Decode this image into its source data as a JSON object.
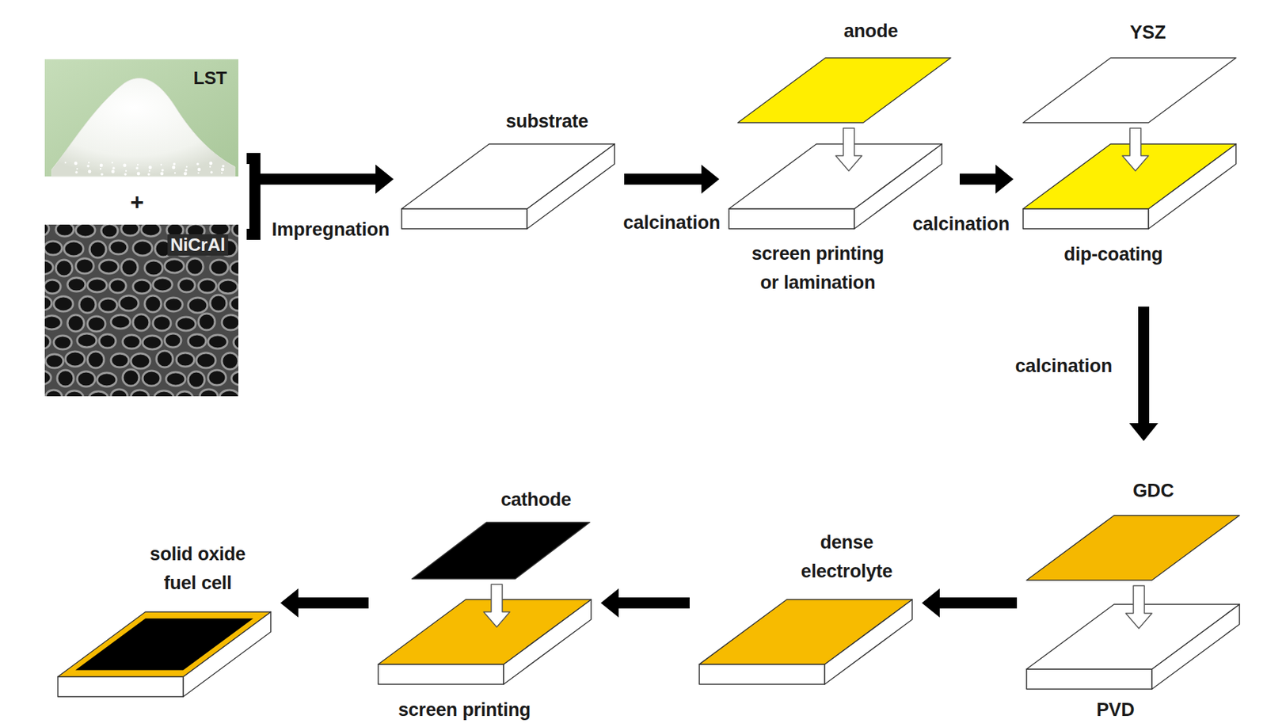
{
  "diagram": {
    "nodes": [
      {
        "text": [
          "LST"
        ]
      },
      {
        "text": [
          "NiCrAl"
        ]
      },
      {
        "text": [
          "substrate"
        ]
      },
      {
        "text": [
          "anode",
          "screen printing or lamination"
        ]
      },
      {
        "text": [
          "YSZ",
          "dip-coating"
        ]
      },
      {
        "text": [
          "GDC",
          "PVD"
        ]
      },
      {
        "text": [
          "dense electrolyte"
        ]
      },
      {
        "text": [
          "cathode",
          "screen printing"
        ]
      },
      {
        "text": [
          "solid oxide fuel cell"
        ]
      }
    ],
    "edges": [
      {
        "from": 0,
        "to": 2,
        "arrow": "to",
        "label": "Impregnation"
      },
      {
        "from": 1,
        "to": 2,
        "arrow": "to"
      },
      {
        "from": 2,
        "to": 3,
        "arrow": "to",
        "label": "calcination"
      },
      {
        "from": 3,
        "to": 4,
        "arrow": "to",
        "label": "calcination"
      },
      {
        "from": 4,
        "to": 5,
        "arrow": "to",
        "label": "calcination"
      },
      {
        "from": 5,
        "to": 6,
        "arrow": "to"
      },
      {
        "from": 6,
        "to": 7,
        "arrow": "to"
      },
      {
        "from": 7,
        "to": 8,
        "arrow": "to"
      }
    ],
    "labels": [
      "+"
    ]
  }
}
